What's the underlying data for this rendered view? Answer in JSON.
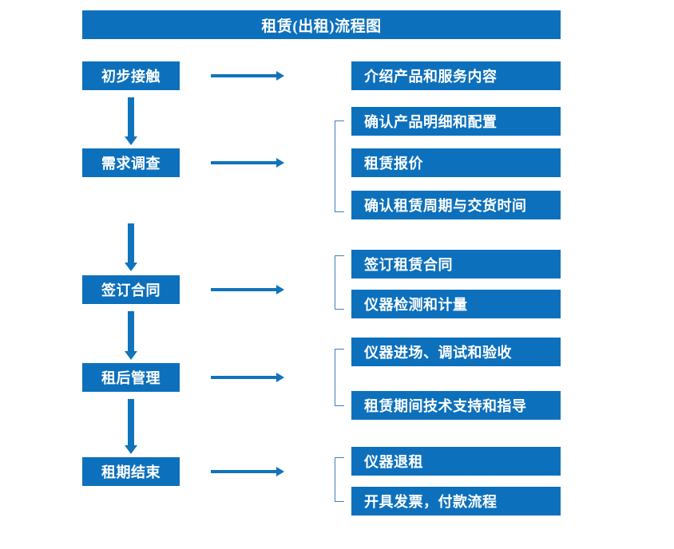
{
  "title": "租赁(出租)流程图",
  "colors": {
    "box_blue": "#0d70bc",
    "arrow_blue": "#1073bb",
    "bracket_blue": "#3f7fc1",
    "text_white": "#ffffff",
    "background": "#ffffff"
  },
  "stages": [
    {
      "label": "初步接触"
    },
    {
      "label": "需求调查"
    },
    {
      "label": "签订合同"
    },
    {
      "label": "租后管理"
    },
    {
      "label": "租期结束"
    }
  ],
  "details": [
    {
      "label": "介绍产品和服务内容"
    },
    {
      "label": "确认产品明细和配置"
    },
    {
      "label": "租赁报价"
    },
    {
      "label": "确认租赁周期与交货时间"
    },
    {
      "label": "签订租赁合同"
    },
    {
      "label": "仪器检测和计量"
    },
    {
      "label": "仪器进场、调试和验收"
    },
    {
      "label": "租赁期间技术支持和指导"
    },
    {
      "label": "仪器退租"
    },
    {
      "label": "开具发票，付款流程"
    }
  ],
  "connectors": {
    "horizontal_arrow_count": 5,
    "vertical_arrow_count": 4,
    "bracket_count": 4,
    "bracket_groups": [
      {
        "details": [
          "确认产品明细和配置",
          "租赁报价",
          "确认租赁周期与交货时间"
        ]
      },
      {
        "details": [
          "签订租赁合同",
          "仪器检测和计量"
        ]
      },
      {
        "details": [
          "仪器进场、调试和验收",
          "租赁期间技术支持和指导"
        ]
      },
      {
        "details": [
          "仪器退租",
          "开具发票，付款流程"
        ]
      }
    ]
  }
}
